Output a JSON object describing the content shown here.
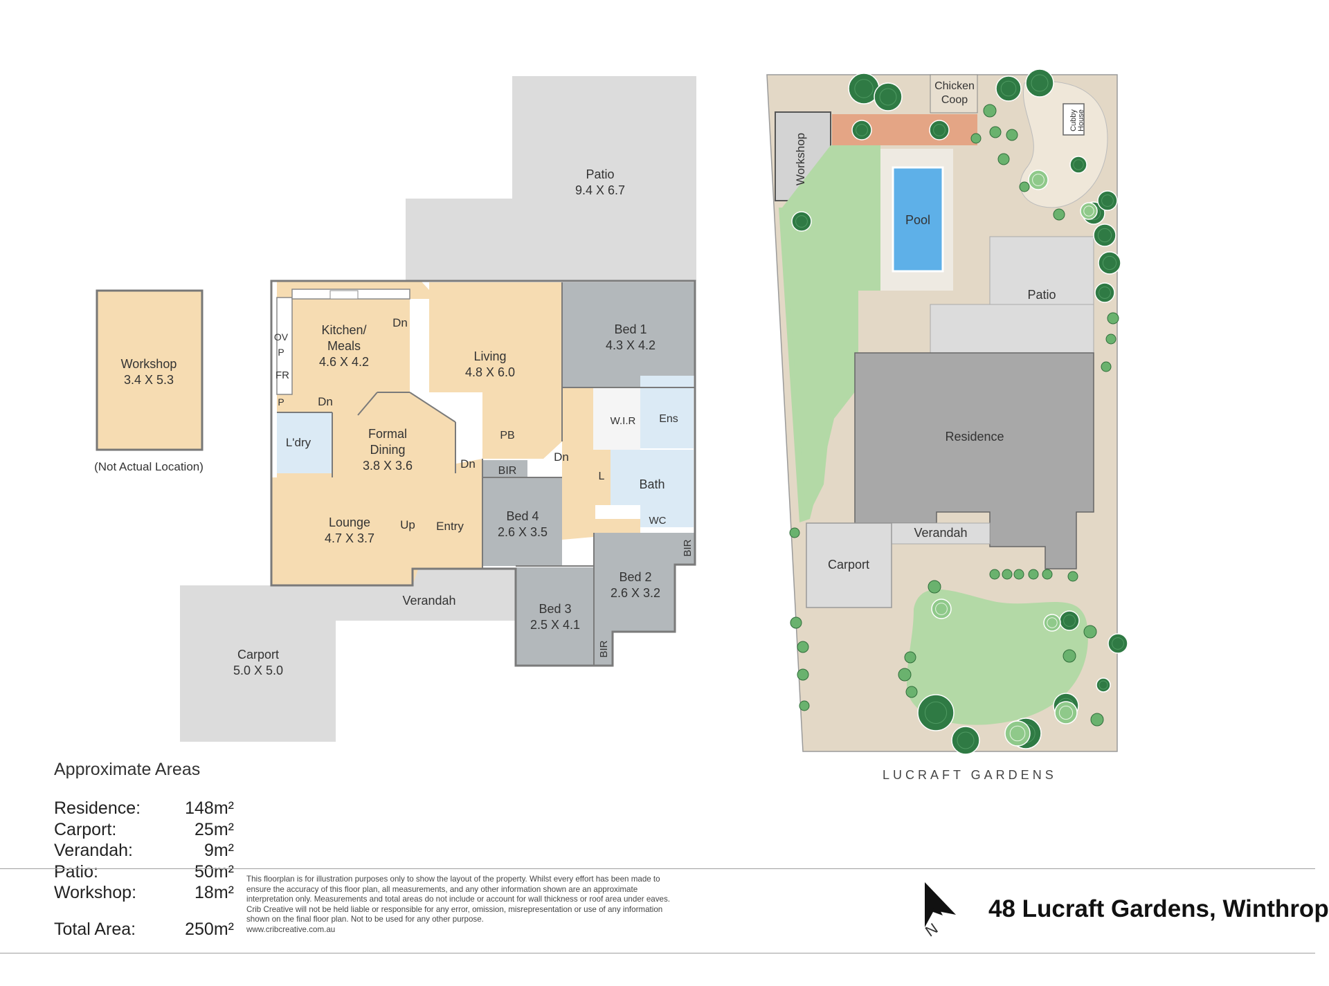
{
  "floorplan": {
    "rooms": {
      "patio": {
        "name": "Patio",
        "size": "9.4 X 6.7"
      },
      "kitchen": {
        "name_line1": "Kitchen/",
        "name_line2": "Meals",
        "size": "4.6 X 4.2"
      },
      "living": {
        "name": "Living",
        "size": "4.8 X 6.0"
      },
      "bed1": {
        "name": "Bed 1",
        "size": "4.3 X 4.2"
      },
      "formal_dining": {
        "name_line1": "Formal",
        "name_line2": "Dining",
        "size": "3.8 X 3.6"
      },
      "lounge": {
        "name": "Lounge",
        "size": "4.7 X 3.7"
      },
      "bed4": {
        "name": "Bed 4",
        "size": "2.6 X 3.5"
      },
      "bed3": {
        "name": "Bed 3",
        "size": "2.5 X 4.1"
      },
      "bed2": {
        "name": "Bed 2",
        "size": "2.6 X 3.2"
      },
      "carport": {
        "name": "Carport",
        "size": "5.0 X 5.0"
      },
      "workshop": {
        "name": "Workshop",
        "size": "3.4 X 5.3"
      },
      "verandah": {
        "name": "Verandah"
      }
    },
    "labels": {
      "dn": "Dn",
      "up": "Up",
      "entry": "Entry",
      "pb": "PB",
      "bir": "BIR",
      "wir": "W.I.R",
      "ens": "Ens",
      "bath": "Bath",
      "wc": "WC",
      "l": "L",
      "ldry": "L'dry",
      "ov": "OV",
      "p": "P",
      "fr": "FR",
      "not_actual": "(Not Actual Location)"
    }
  },
  "siteplan": {
    "labels": {
      "chicken": "Chicken",
      "coop": "Coop",
      "cubby_line1": "Cubby",
      "cubby_line2": "House",
      "workshop": "Workshop",
      "pool": "Pool",
      "patio": "Patio",
      "residence": "Residence",
      "verandah": "Verandah",
      "carport": "Carport"
    },
    "street": "LUCRAFT GARDENS"
  },
  "areas": {
    "heading": "Approximate Areas",
    "rows": [
      {
        "label": "Residence:",
        "value": "148m²"
      },
      {
        "label": "Carport:",
        "value": "25m²"
      },
      {
        "label": "Verandah:",
        "value": "9m²"
      },
      {
        "label": "Patio:",
        "value": "50m²"
      },
      {
        "label": "Workshop:",
        "value": "18m²"
      }
    ],
    "total": {
      "label": "Total Area:",
      "value": "250m²"
    }
  },
  "disclaimer": {
    "text": "This floorplan is for illustration purposes only to show the layout of the property. Whilst every effort has been made to ensure the accuracy of this floor plan, all measurements, and any other information shown are an approximate interpretation only. Measurements and total areas do not include or account for wall thickness or roof area under eaves. Crib Creative will not be held liable or responsible for any error, omission, misrepresentation or use of any information shown on the final floor plan. Not to be used for any other purpose.",
    "website": "www.cribcreative.com.au"
  },
  "compass": {
    "label": "N"
  },
  "address": "48 Lucraft Gardens, Winthrop",
  "colors": {
    "living_fill": "#f6dcb2",
    "bedroom_fill": "#b3b8bb",
    "outdoor_fill": "#dcdcdc",
    "wet_fill": "#dbeaf5",
    "path_fill": "#e3d8c6",
    "lawn_fill": "#b3d9a6",
    "pool_fill": "#5eb0e8",
    "residence_fill": "#a8a8a8",
    "coop_fill": "#e4a585"
  }
}
